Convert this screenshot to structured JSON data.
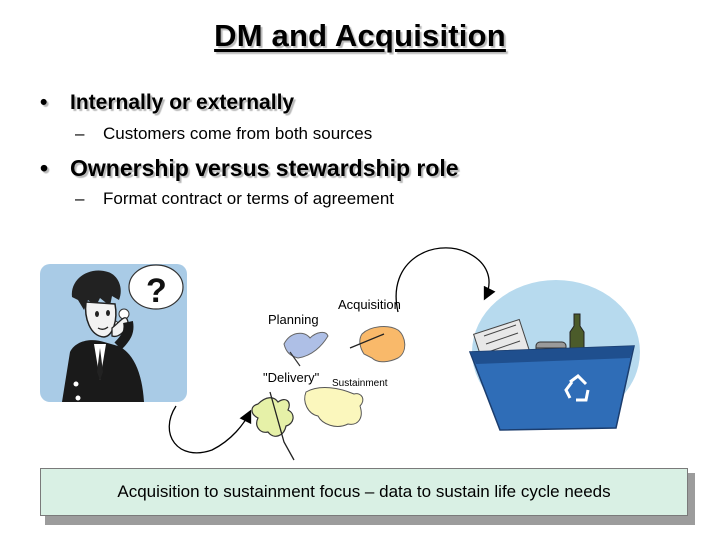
{
  "slide": {
    "title": "DM and Acquisition",
    "bullets": [
      {
        "marker": "•",
        "text": "Internally or externally",
        "sub": {
          "marker": "–",
          "text": "Customers come from both sources"
        }
      },
      {
        "marker": "•",
        "text": "Ownership versus stewardship role",
        "sub": {
          "marker": "–",
          "text": "Format contract or terms of agreement"
        }
      }
    ],
    "cycle_labels": {
      "planning": "Planning",
      "acquisition": "Acquisition",
      "delivery": "\"Delivery\"",
      "sustainment": "Sustainment"
    },
    "footer": "Acquisition to sustainment focus – data to sustain life cycle needs"
  },
  "colors": {
    "footer_bg": "#d9f0e4",
    "thinker_bg": "#a9cbe6",
    "bin_blue": "#2f6db7",
    "piece_blue": "#aebfe6",
    "piece_orange": "#f9b96a",
    "piece_green": "#e6f1a8",
    "piece_yellow": "#fbf7bd"
  },
  "icons": {
    "thinker": "thinking-person-icon",
    "recycle": "recycle-bin-icon"
  }
}
